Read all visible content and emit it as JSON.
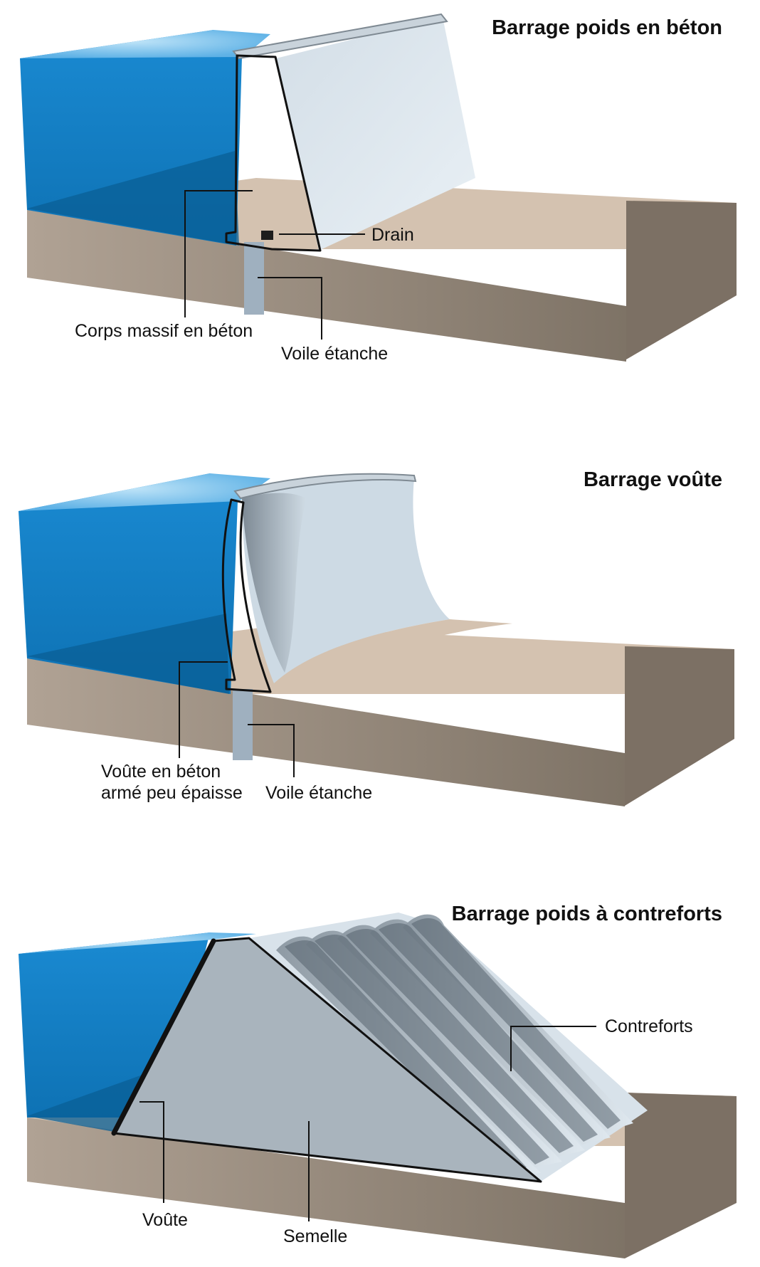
{
  "panels": [
    {
      "id": "gravity",
      "title": "Barrage poids en béton",
      "labels": {
        "drain": "Drain",
        "body": "Corps massif en béton",
        "curtain": "Voile étanche"
      }
    },
    {
      "id": "arch",
      "title": "Barrage voûte",
      "labels": {
        "vault_line1": "Voûte en béton",
        "vault_line2": "armé peu épaisse",
        "curtain": "Voile étanche"
      }
    },
    {
      "id": "buttress",
      "title": "Barrage poids à contreforts",
      "labels": {
        "buttresses": "Contreforts",
        "vault": "Voûte",
        "footing": "Semelle"
      }
    }
  ],
  "colors": {
    "water_light": "#1e8fd6",
    "water_dark": "#0a5f96",
    "water_top": "#7ec6ee",
    "ground_top": "#d4c2b0",
    "ground_front": "#aa9c8e",
    "ground_side": "#7c7064",
    "concrete": "#a9b4bd",
    "concrete_light": "#dfe8ef",
    "curtain": "#9fb0bf",
    "outline": "#111111"
  }
}
